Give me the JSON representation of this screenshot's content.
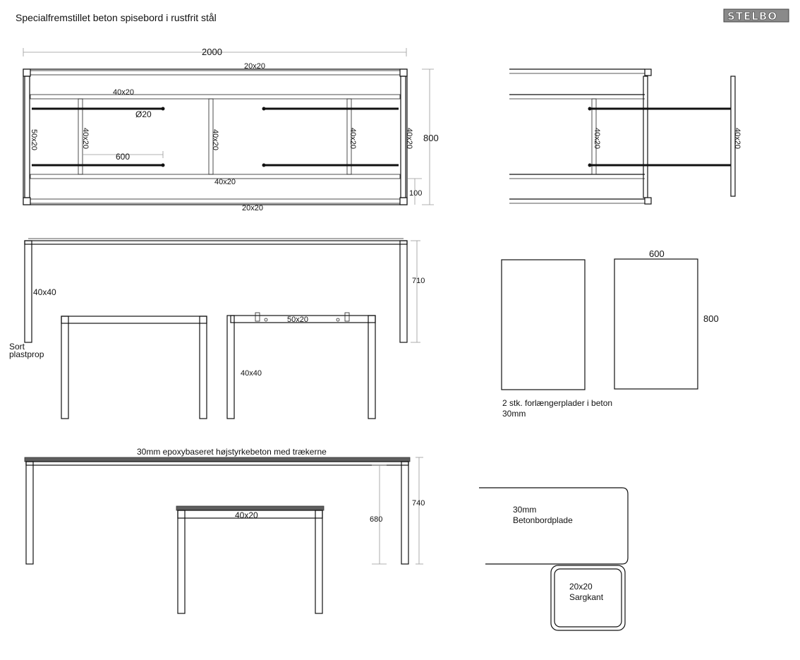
{
  "title": "Specialfremstillet beton spisebord i rustfrit stål",
  "logo": {
    "text": "STELBO"
  },
  "top_view": {
    "length_dim": "2000",
    "width_dim": "800",
    "edge_dim": "100",
    "top_frame": "20x20",
    "bottom_frame": "20x20",
    "upper_rail": "40x20",
    "lower_rail": "40x20",
    "rod": "Ø20",
    "rod_length": "600",
    "end_left": "50x20",
    "cross_left": "40x20",
    "cross_center": "40x20",
    "cross_right": "40x20",
    "end_right": "40x20"
  },
  "end_view": {
    "cross": "40x20",
    "leg": "40x20"
  },
  "side_view": {
    "leg_profile": "40x40",
    "height_dim": "710",
    "plug_note_line1": "Sort",
    "plug_note_line2": "plastprop",
    "rail_profile": "50x20",
    "leg_profile_2": "40x40"
  },
  "extension_plates": {
    "width_dim": "600",
    "height_dim": "800",
    "note_line1": "2 stk. forlængerplader  i beton",
    "note_line2": "30mm"
  },
  "front_view": {
    "top_note": "30mm epoxybaseret højstyrkebeton med trækerne",
    "height_total": "740",
    "height_under": "680",
    "rail": "40x20"
  },
  "detail": {
    "slab_line1": "30mm",
    "slab_line2": "Betonbordplade",
    "frame_line1": "20x20",
    "frame_line2": "Sargkant"
  },
  "colors": {
    "line": "#111111",
    "dimension": "#999999",
    "concrete": "#5e5e5e",
    "logo_bg": "#8a8a8a"
  }
}
